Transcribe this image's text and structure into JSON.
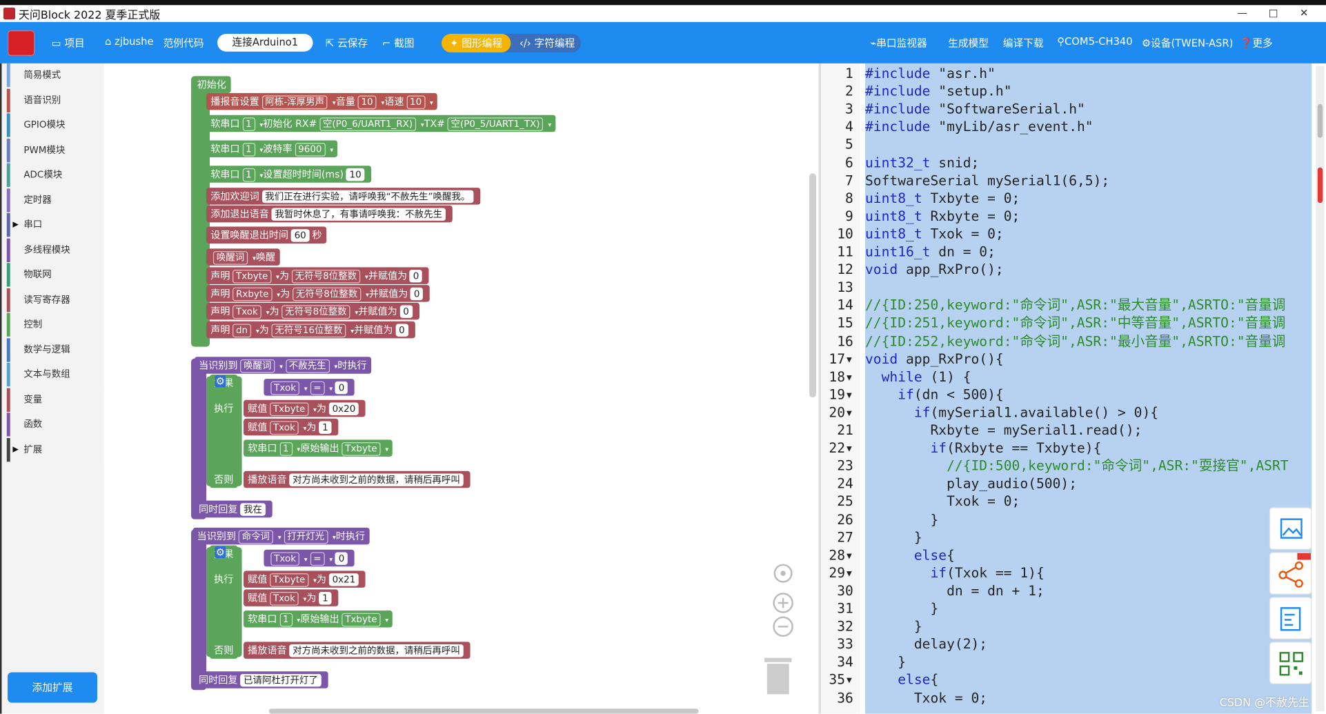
{
  "window": {
    "title": "天问Block 2022 夏季正式版",
    "controls": [
      "—",
      "□",
      "✕"
    ]
  },
  "toolbar": {
    "project": "项目",
    "user": "zjbushe",
    "examples": "范例代码",
    "connect": "连接Arduino1",
    "cloud_save": "云保存",
    "screenshot": "截图",
    "mode_graphic": "图形编程",
    "mode_text": "字符编程",
    "serial_monitor": "串口监视器",
    "gen_model": "生成模型",
    "compile_download": "编译下载",
    "port": "COM5-CH340",
    "device": "设备(TWEN-ASR)",
    "more": "更多"
  },
  "sidebar": {
    "categories": [
      {
        "label": "简易模式",
        "color": "#7aa6e0"
      },
      {
        "label": "语音识别",
        "color": "#b5544e"
      },
      {
        "label": "GPIO模块",
        "color": "#3c8dbc"
      },
      {
        "label": "PWM模块",
        "color": "#6a7ebf"
      },
      {
        "label": "ADC模块",
        "color": "#4f9d9d"
      },
      {
        "label": "定时器",
        "color": "#8a6fbf"
      },
      {
        "label": "串口",
        "color": "#5b67a6"
      },
      {
        "label": "多线程模块",
        "color": "#7c56a8"
      },
      {
        "label": "物联网",
        "color": "#3a9d7a"
      },
      {
        "label": "读写寄存器",
        "color": "#a8505b"
      },
      {
        "label": "控制",
        "color": "#5ba55b"
      },
      {
        "label": "数学与逻辑",
        "color": "#4a78c2"
      },
      {
        "label": "文本与数组",
        "color": "#58a0c8"
      },
      {
        "label": "变量",
        "color": "#a8505b"
      },
      {
        "label": "函数",
        "color": "#7c56a8"
      },
      {
        "label": "扩展",
        "color": "#444"
      }
    ],
    "add_extension": "添加扩展"
  },
  "blocks": {
    "init": "初始化",
    "announcer": "播报音设置",
    "voice": "阿栋-浑厚男声",
    "volume": "音量",
    "vol_val": "10",
    "speed": "语速",
    "speed_val": "10",
    "soft_serial": "软串口",
    "one": "1",
    "init_rx": "初始化 RX#",
    "rx_pin": "空(P0_6/UART1_RX)",
    "tx": "TX#",
    "tx_pin": "空(P0_5/UART1_TX)",
    "baud": "波特率",
    "baud_val": "9600",
    "timeout": "设置超时时间(ms)",
    "timeout_val": "10",
    "welcome": "添加欢迎词",
    "welcome_text": "我们正在进行实验，请呼唤我“不赦先生”唤醒我。",
    "exit": "添加退出语音",
    "exit_text": "我暂时休息了，有事请呼唤我：不赦先生",
    "wake_timeout": "设置唤醒退出时间",
    "wake_val": "60",
    "sec": "秒",
    "wakeword": "唤醒词",
    "wake": "唤醒",
    "declare": "声明",
    "as": "为",
    "assign_init": "并赋值为",
    "u8": "无符号8位整数",
    "u16": "无符号16位整数",
    "zero": "0",
    "v_txbyte": "Txbyte",
    "v_rxbyte": "Rxbyte",
    "v_txok": "Txok",
    "v_dn": "dn",
    "when_recog": "当识别到",
    "cmd_word": "命令词",
    "name": "不赦先生",
    "light": "打开灯光",
    "do_exec": "时执行",
    "if": "如果",
    "eq": "=",
    "exec": "执行",
    "assign": "赋值",
    "val20": "0x20",
    "val21": "0x21",
    "raw_out": "原始输出",
    "else": "否则",
    "play": "播放语音",
    "play_text": "对方尚未收到之前的数据，请稍后再呼叫",
    "reply": "同时回复",
    "reply1": "我在",
    "reply2": "已请阿杜打开灯了"
  },
  "code": {
    "lines": [
      "#include \"asr.h\"",
      "#include \"setup.h\"",
      "#include \"SoftwareSerial.h\"",
      "#include \"myLib/asr_event.h\"",
      "",
      "uint32_t snid;",
      "SoftwareSerial mySerial1(6,5);",
      "uint8_t Txbyte = 0;",
      "uint8_t Rxbyte = 0;",
      "uint8_t Txok = 0;",
      "uint16_t dn = 0;",
      "void app_RxPro();",
      "",
      "//{ID:250,keyword:\"命令词\",ASR:\"最大音量\",ASRTO:\"音量调",
      "//{ID:251,keyword:\"命令词\",ASR:\"中等音量\",ASRTO:\"音量调",
      "//{ID:252,keyword:\"命令词\",ASR:\"最小音量\",ASRTO:\"音量调",
      "void app_RxPro(){",
      "  while (1) {",
      "    if(dn < 500){",
      "      if(mySerial1.available() > 0){",
      "        Rxbyte = mySerial1.read();",
      "        if(Rxbyte == Txbyte){",
      "          //{ID:500,keyword:\"命令词\",ASR:\"耍接官\",ASRT",
      "          play_audio(500);",
      "          Txok = 0;",
      "        }",
      "      }",
      "      else{",
      "        if(Txok == 1){",
      "          dn = dn + 1;",
      "        }",
      "      }",
      "      delay(2);",
      "    }",
      "    else{",
      "      Txok = 0;"
    ],
    "fold_lines": [
      17,
      18,
      19,
      20,
      22,
      28,
      29,
      35
    ]
  },
  "watermark": "CSDN @不赦先生"
}
